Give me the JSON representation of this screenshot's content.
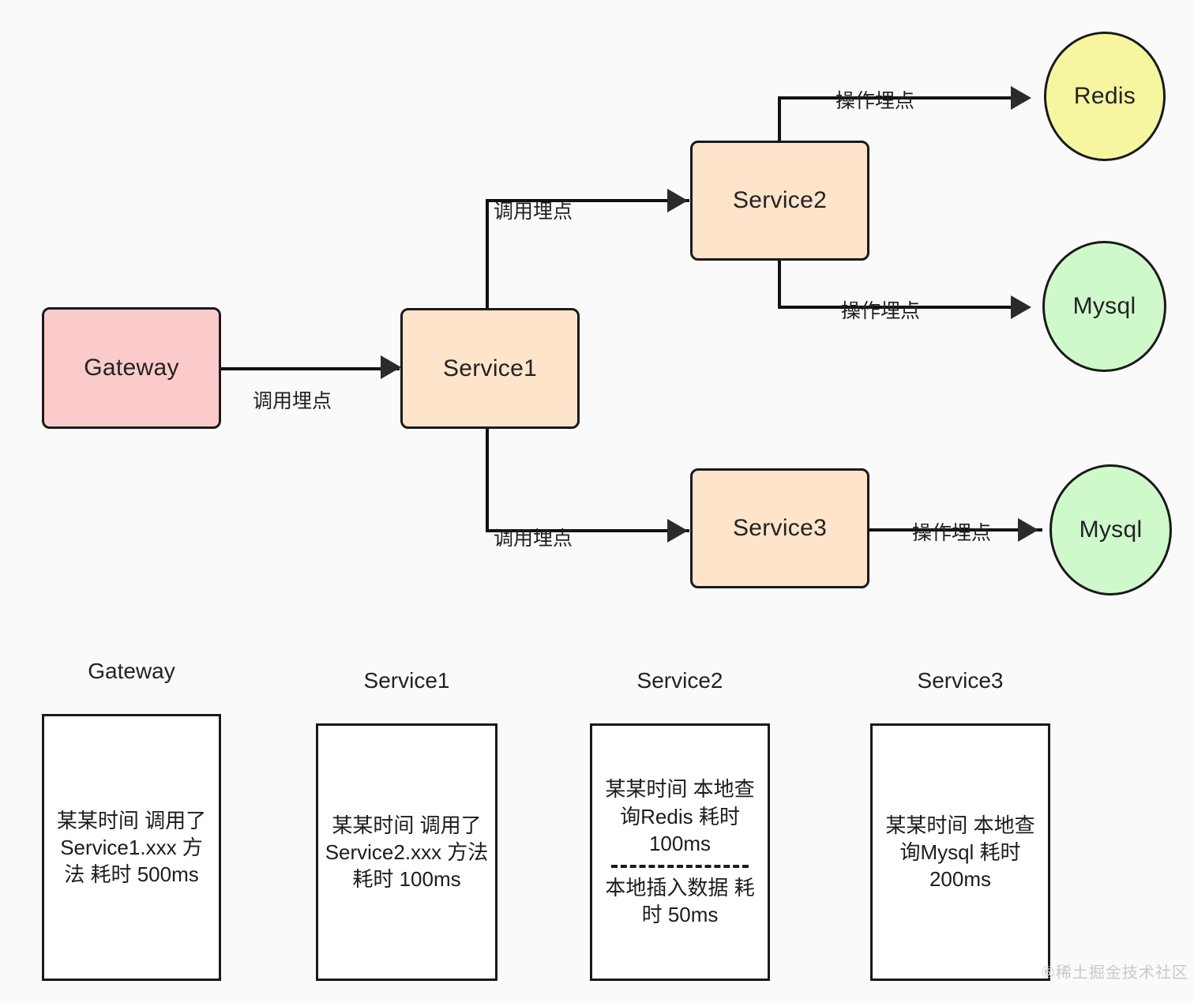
{
  "diagram": {
    "title": "Distributed tracing instrumentation diagram",
    "colors": {
      "background": "#fafafa",
      "gateway_fill": "#fbcbcb",
      "service_fill": "#fde4ca",
      "redis_fill": "#f6f6a0",
      "mysql_fill": "#cff9cb",
      "stroke": "#1a1a1a",
      "log_box_fill": "#ffffff"
    },
    "nodes": [
      {
        "id": "gateway",
        "label": "Gateway",
        "shape": "rect",
        "fill": "#fbcbcb"
      },
      {
        "id": "service1",
        "label": "Service1",
        "shape": "rect",
        "fill": "#fde4ca"
      },
      {
        "id": "service2",
        "label": "Service2",
        "shape": "rect",
        "fill": "#fde4ca"
      },
      {
        "id": "service3",
        "label": "Service3",
        "shape": "rect",
        "fill": "#fde4ca"
      },
      {
        "id": "redis",
        "label": "Redis",
        "shape": "circle",
        "fill": "#f6f6a0"
      },
      {
        "id": "mysql1",
        "label": "Mysql",
        "shape": "circle",
        "fill": "#cff9cb"
      },
      {
        "id": "mysql2",
        "label": "Mysql",
        "shape": "circle",
        "fill": "#cff9cb"
      }
    ],
    "edges": [
      {
        "id": "gateway-service1",
        "from": "gateway",
        "to": "service1",
        "label": "调用埋点"
      },
      {
        "id": "service1-service2",
        "from": "service1",
        "to": "service2",
        "label": "调用埋点"
      },
      {
        "id": "service1-service3",
        "from": "service1",
        "to": "service3",
        "label": "调用埋点"
      },
      {
        "id": "service2-redis",
        "from": "service2",
        "to": "redis",
        "label": "操作埋点"
      },
      {
        "id": "service2-mysql",
        "from": "service2",
        "to": "mysql1",
        "label": "操作埋点"
      },
      {
        "id": "service3-mysql",
        "from": "service3",
        "to": "mysql2",
        "label": "操作埋点"
      }
    ]
  },
  "logs": {
    "columns": [
      {
        "id": "gateway",
        "title": "Gateway",
        "entries": [
          "某某时间 调用了 Service1.xxx 方法 耗时 500ms"
        ]
      },
      {
        "id": "service1",
        "title": "Service1",
        "entries": [
          "某某时间 调用了 Service2.xxx 方法 耗时 100ms"
        ]
      },
      {
        "id": "service2",
        "title": "Service2",
        "entries": [
          "某某时间 本地查询Redis 耗时 100ms",
          "本地插入数据 耗时 50ms"
        ]
      },
      {
        "id": "service3",
        "title": "Service3",
        "entries": [
          "某某时间 本地查询Mysql 耗时 200ms"
        ]
      }
    ]
  },
  "watermark": {
    "text": "⑥稀土掘金技术社区"
  }
}
